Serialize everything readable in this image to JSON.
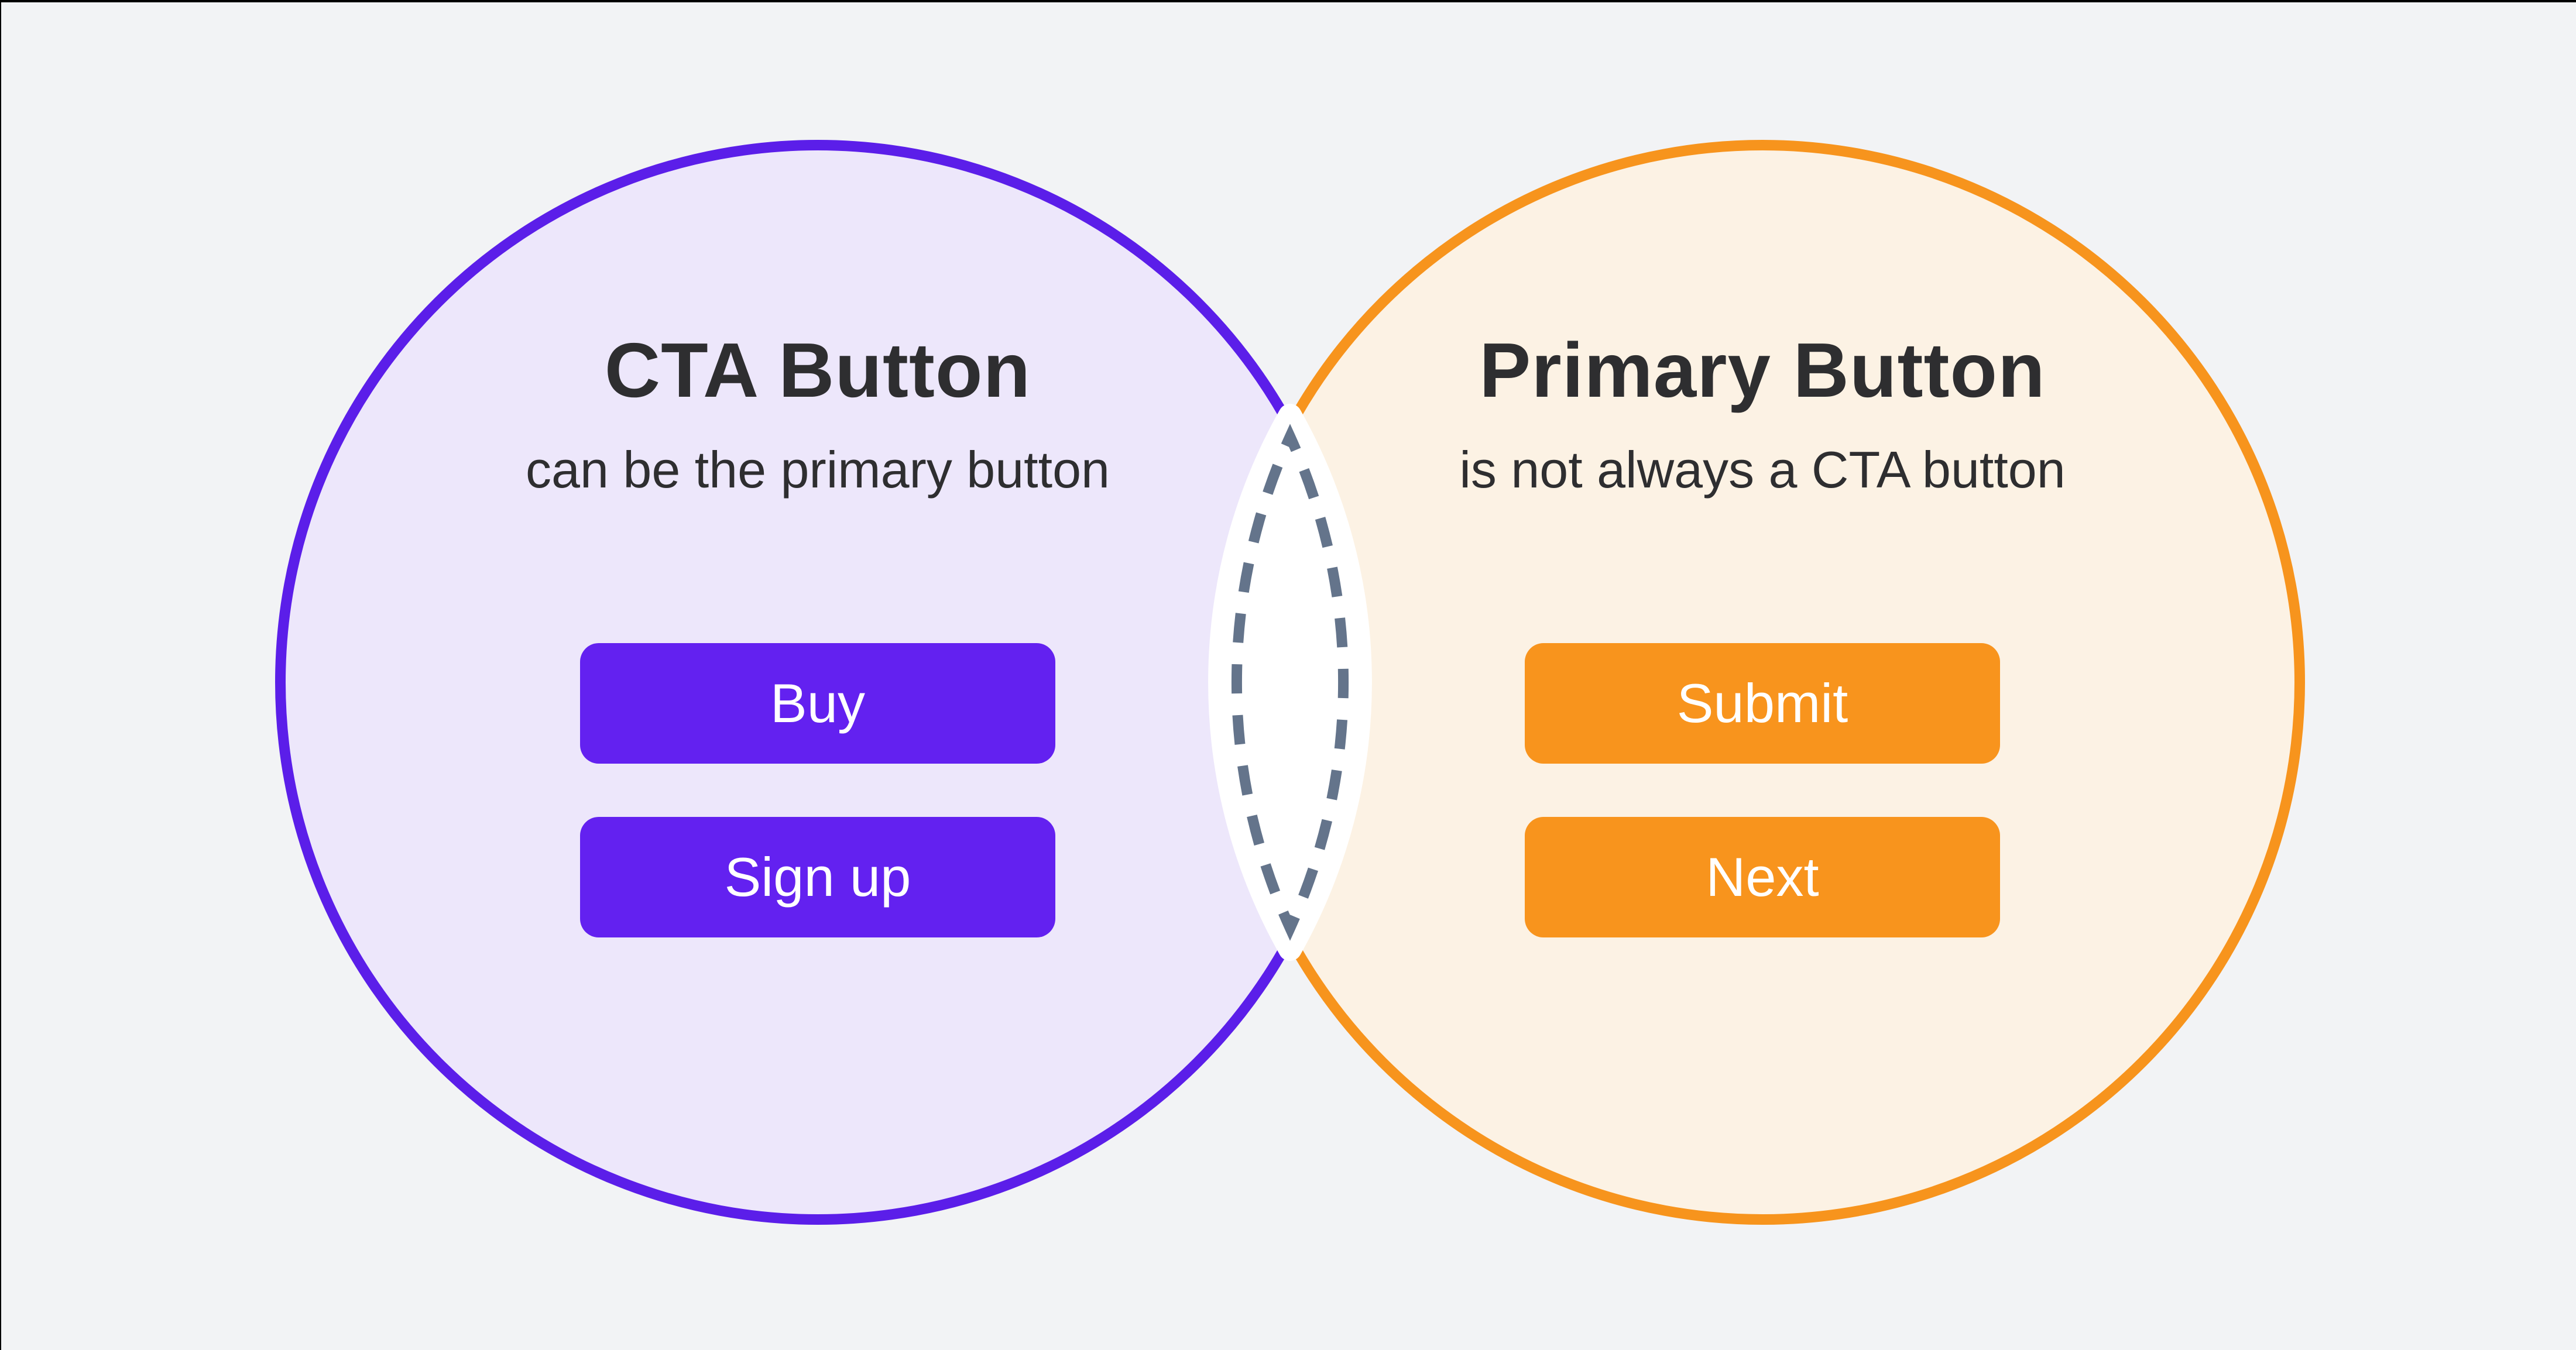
{
  "colors": {
    "background": "#F2F3F5",
    "frame": "#000000",
    "cta_purple": "#6321F0",
    "cta_circle_border": "#5B1EE9",
    "cta_circle_fill": "#EDE7FB",
    "primary_orange": "#F8941D",
    "primary_circle_border": "#F7941D",
    "primary_circle_fill": "#FCF2E4",
    "dashed_outline": "#64748B",
    "text_dark": "#2E2E30",
    "button_text": "#FFFFFF"
  },
  "left_circle": {
    "title": "CTA Button",
    "subtitle": "can be the primary button",
    "buttons": [
      {
        "label": "Buy"
      },
      {
        "label": "Sign up"
      }
    ]
  },
  "right_circle": {
    "title": "Primary Button",
    "subtitle": "is not always a CTA button",
    "buttons": [
      {
        "label": "Submit"
      },
      {
        "label": "Next"
      }
    ]
  }
}
